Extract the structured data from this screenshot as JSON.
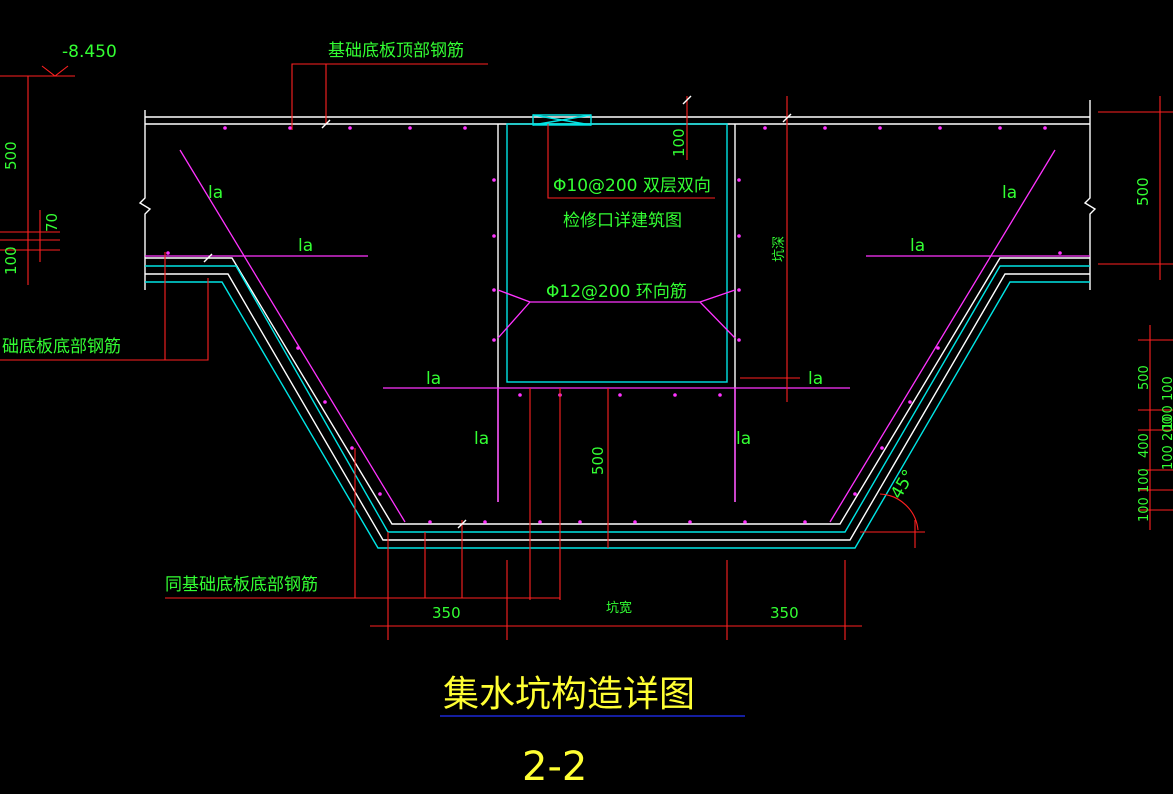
{
  "labels": {
    "elevation": "-8.450",
    "top_rebar": "基础底板顶部钢筋",
    "bottom_rebar_left": "础底板底部钢筋",
    "same_bottom_rebar": "同基础底板底部钢筋",
    "phi10": "Φ10@200 双层双向",
    "inspection": "检修口详建筑图",
    "phi12": "Φ12@200 环向筋",
    "pit_depth": "坑深",
    "pit_width": "坑宽",
    "angle": "45°",
    "la": "la"
  },
  "dimensions": {
    "left_500": "500",
    "left_70": "70",
    "left_100": "100",
    "top_100": "100",
    "right_500": "500",
    "mid_500": "500",
    "bottom_350_left": "350",
    "bottom_350_right": "350",
    "far_right_500": "500",
    "far_right_100_100": "100 100",
    "far_right_400": "400",
    "far_right_100_200": "100 200",
    "far_right_100_100b": "100 100"
  },
  "title": {
    "main": "集水坑构造详图",
    "section": "2-2"
  },
  "colors": {
    "background": "#000000",
    "text_green": "#33ff33",
    "title_yellow": "#ffff33",
    "dimension_red": "#ff2020",
    "rebar_magenta": "#ff33ff",
    "outline_cyan": "#00e5e5",
    "underline_blue": "#2030ff"
  }
}
